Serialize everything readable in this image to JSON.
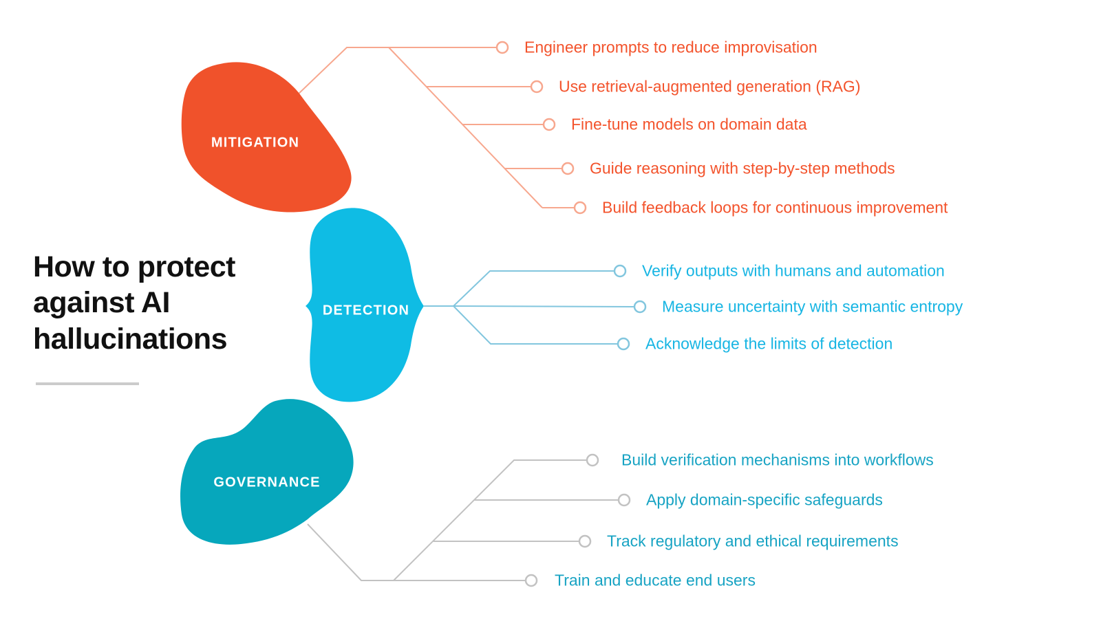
{
  "title": {
    "text": "How to protect against AI hallucinations"
  },
  "colors": {
    "background": "#FFFFFF",
    "title_text": "#111111",
    "underline": "#CBCBCB",
    "blob_label_text": "#FFFFFF",
    "mitigation": "#F0522B",
    "mitigation_line": "#F7A78E",
    "mitigation_text": "#F3532C",
    "detection": "#0FBCE4",
    "detection_line": "#82C6DE",
    "detection_text": "#17B5E3",
    "governance": "#06A7BC",
    "governance_line": "#C2C2C2",
    "governance_text": "#17A3C3"
  },
  "branches": [
    {
      "id": "mitigation",
      "label": "MITIGATION",
      "items": [
        {
          "label": "Engineer prompts to reduce improvisation"
        },
        {
          "label": "Use retrieval-augmented generation (RAG)"
        },
        {
          "label": "Fine-tune models on domain data"
        },
        {
          "label": "Guide reasoning with step-by-step methods"
        },
        {
          "label": "Build feedback loops for continuous improvement"
        }
      ]
    },
    {
      "id": "detection",
      "label": "DETECTION",
      "items": [
        {
          "label": "Verify outputs with humans and automation"
        },
        {
          "label": "Measure uncertainty with semantic entropy"
        },
        {
          "label": "Acknowledge the limits of detection"
        }
      ]
    },
    {
      "id": "governance",
      "label": "GOVERNANCE",
      "items": [
        {
          "label": "Build verification mechanisms into workflows"
        },
        {
          "label": "Apply domain-specific safeguards"
        },
        {
          "label": "Track regulatory and ethical requirements"
        },
        {
          "label": "Train and educate end users"
        }
      ]
    }
  ]
}
